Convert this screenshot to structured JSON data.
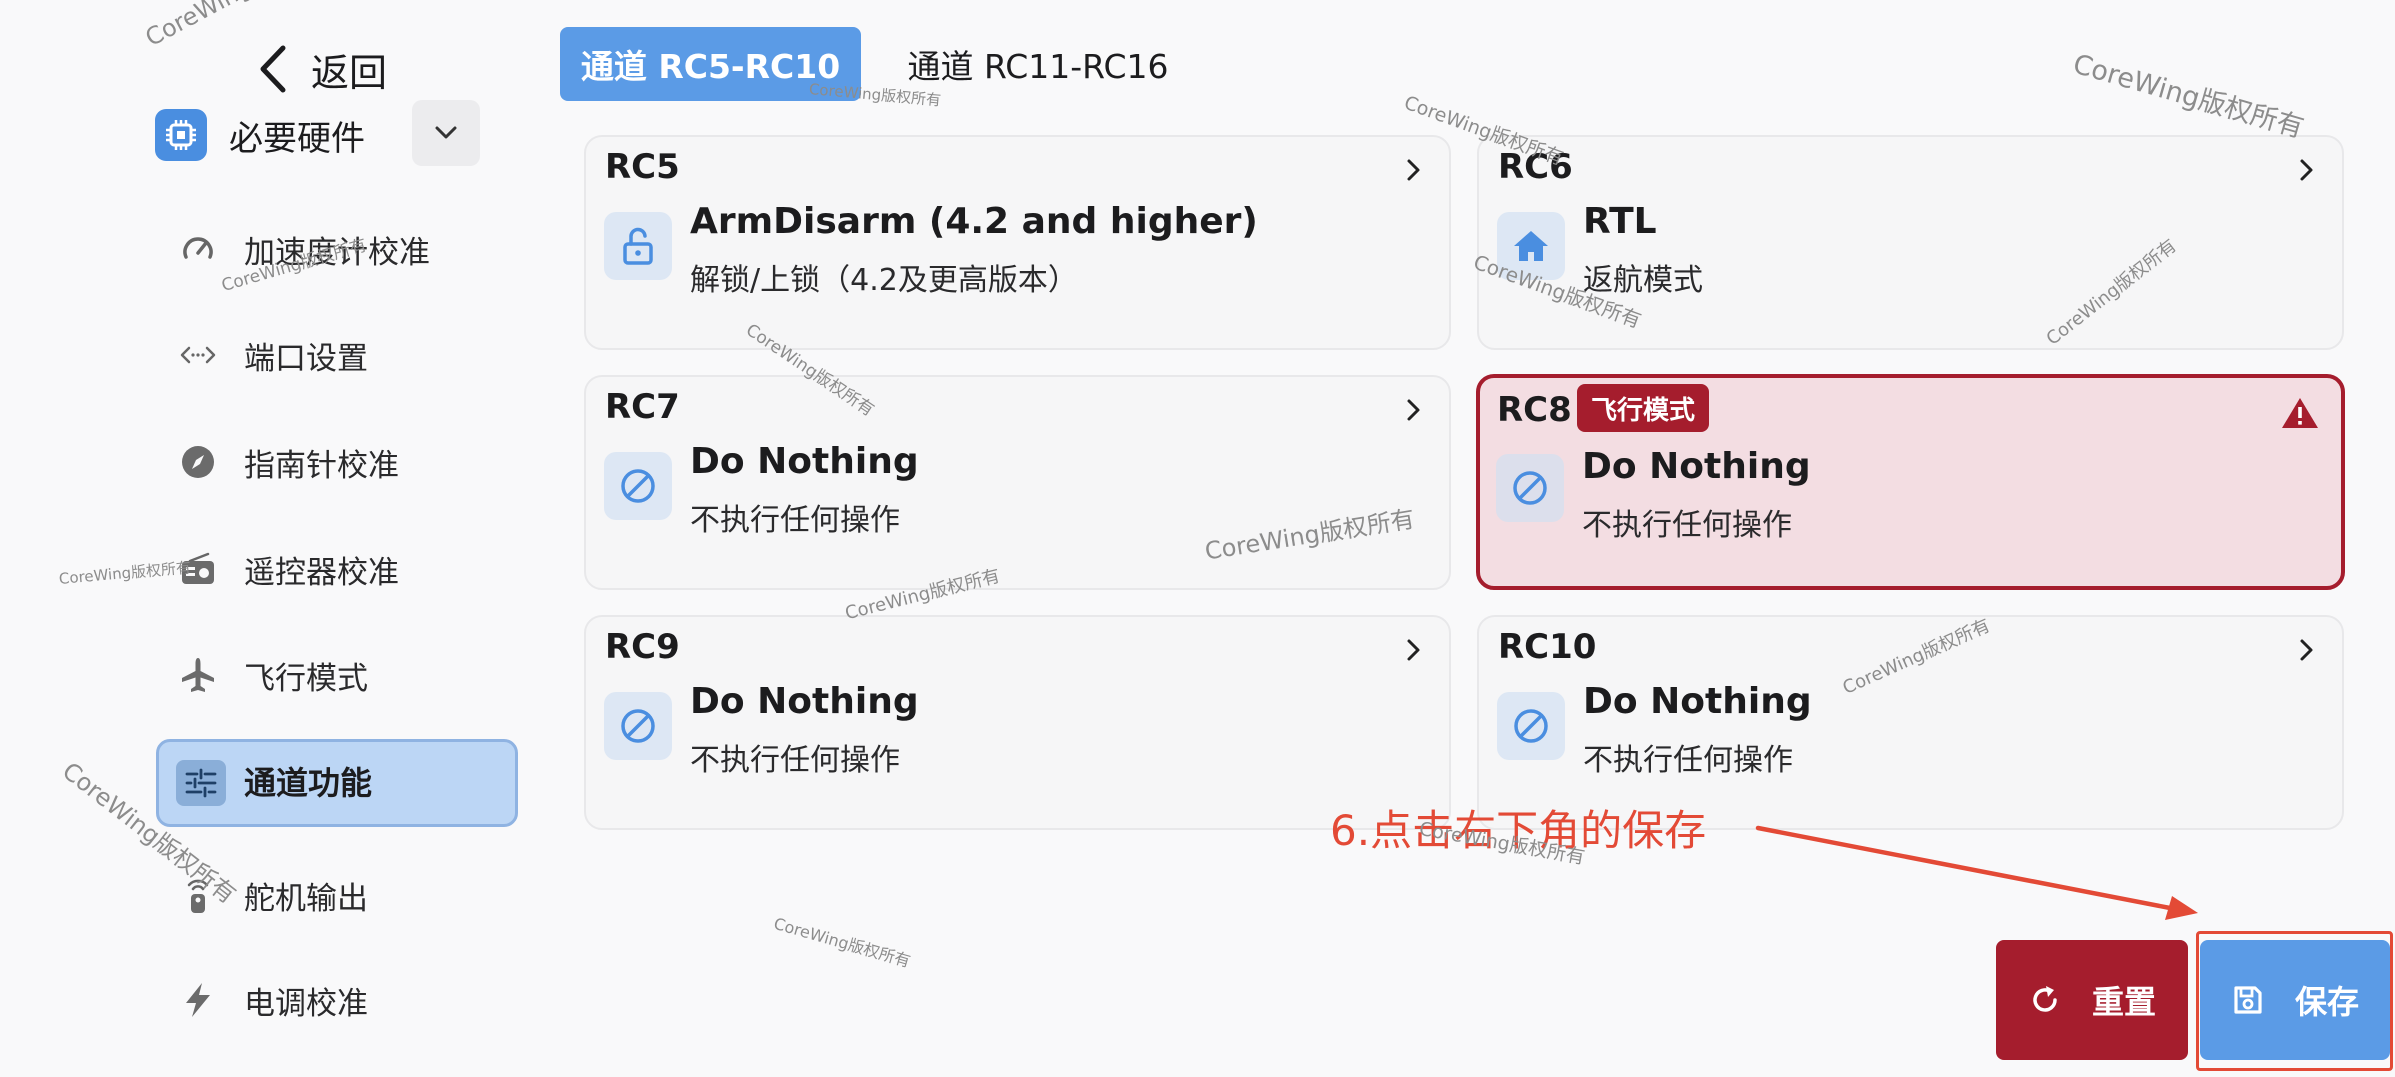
{
  "sidebar": {
    "back_label": "返回",
    "section_label": "必要硬件",
    "items": [
      {
        "label": "加速度计校准",
        "icon": "gauge-icon"
      },
      {
        "label": "端口设置",
        "icon": "code-arrows-icon"
      },
      {
        "label": "指南针校准",
        "icon": "compass-icon"
      },
      {
        "label": "遥控器校准",
        "icon": "radio-icon"
      },
      {
        "label": "飞行模式",
        "icon": "airplane-icon"
      },
      {
        "label": "通道功能",
        "icon": "sliders-icon",
        "active": true
      },
      {
        "label": "舵机输出",
        "icon": "servo-icon"
      },
      {
        "label": "电调校准",
        "icon": "lightning-icon"
      }
    ]
  },
  "tabs": [
    {
      "label": "通道 RC5-RC10",
      "active": true
    },
    {
      "label": "通道 RC11-RC16",
      "active": false
    }
  ],
  "channels": [
    {
      "channel": "RC5",
      "function": "ArmDisarm (4.2 and higher)",
      "description": "解锁/上锁（4.2及更高版本）",
      "icon": "unlock-icon"
    },
    {
      "channel": "RC6",
      "function": "RTL",
      "description": "返航模式",
      "icon": "home-icon"
    },
    {
      "channel": "RC7",
      "function": "Do Nothing",
      "description": "不执行任何操作",
      "icon": "prohibit-icon"
    },
    {
      "channel": "RC8",
      "function": "Do Nothing",
      "description": "不执行任何操作",
      "icon": "prohibit-icon",
      "badge": "飞行模式",
      "warning": true
    },
    {
      "channel": "RC9",
      "function": "Do Nothing",
      "description": "不执行任何操作",
      "icon": "prohibit-icon"
    },
    {
      "channel": "RC10",
      "function": "Do Nothing",
      "description": "不执行任何操作",
      "icon": "prohibit-icon"
    }
  ],
  "annotation": {
    "text": "6.点击右下角的保存"
  },
  "buttons": {
    "reset_label": "重置",
    "save_label": "保存"
  },
  "watermark": "CoreWing版权所有",
  "colors": {
    "accent": "#5b9be6",
    "danger": "#a51d2d",
    "active_nav": "#bcd6f5",
    "annotation": "#e34a36"
  }
}
